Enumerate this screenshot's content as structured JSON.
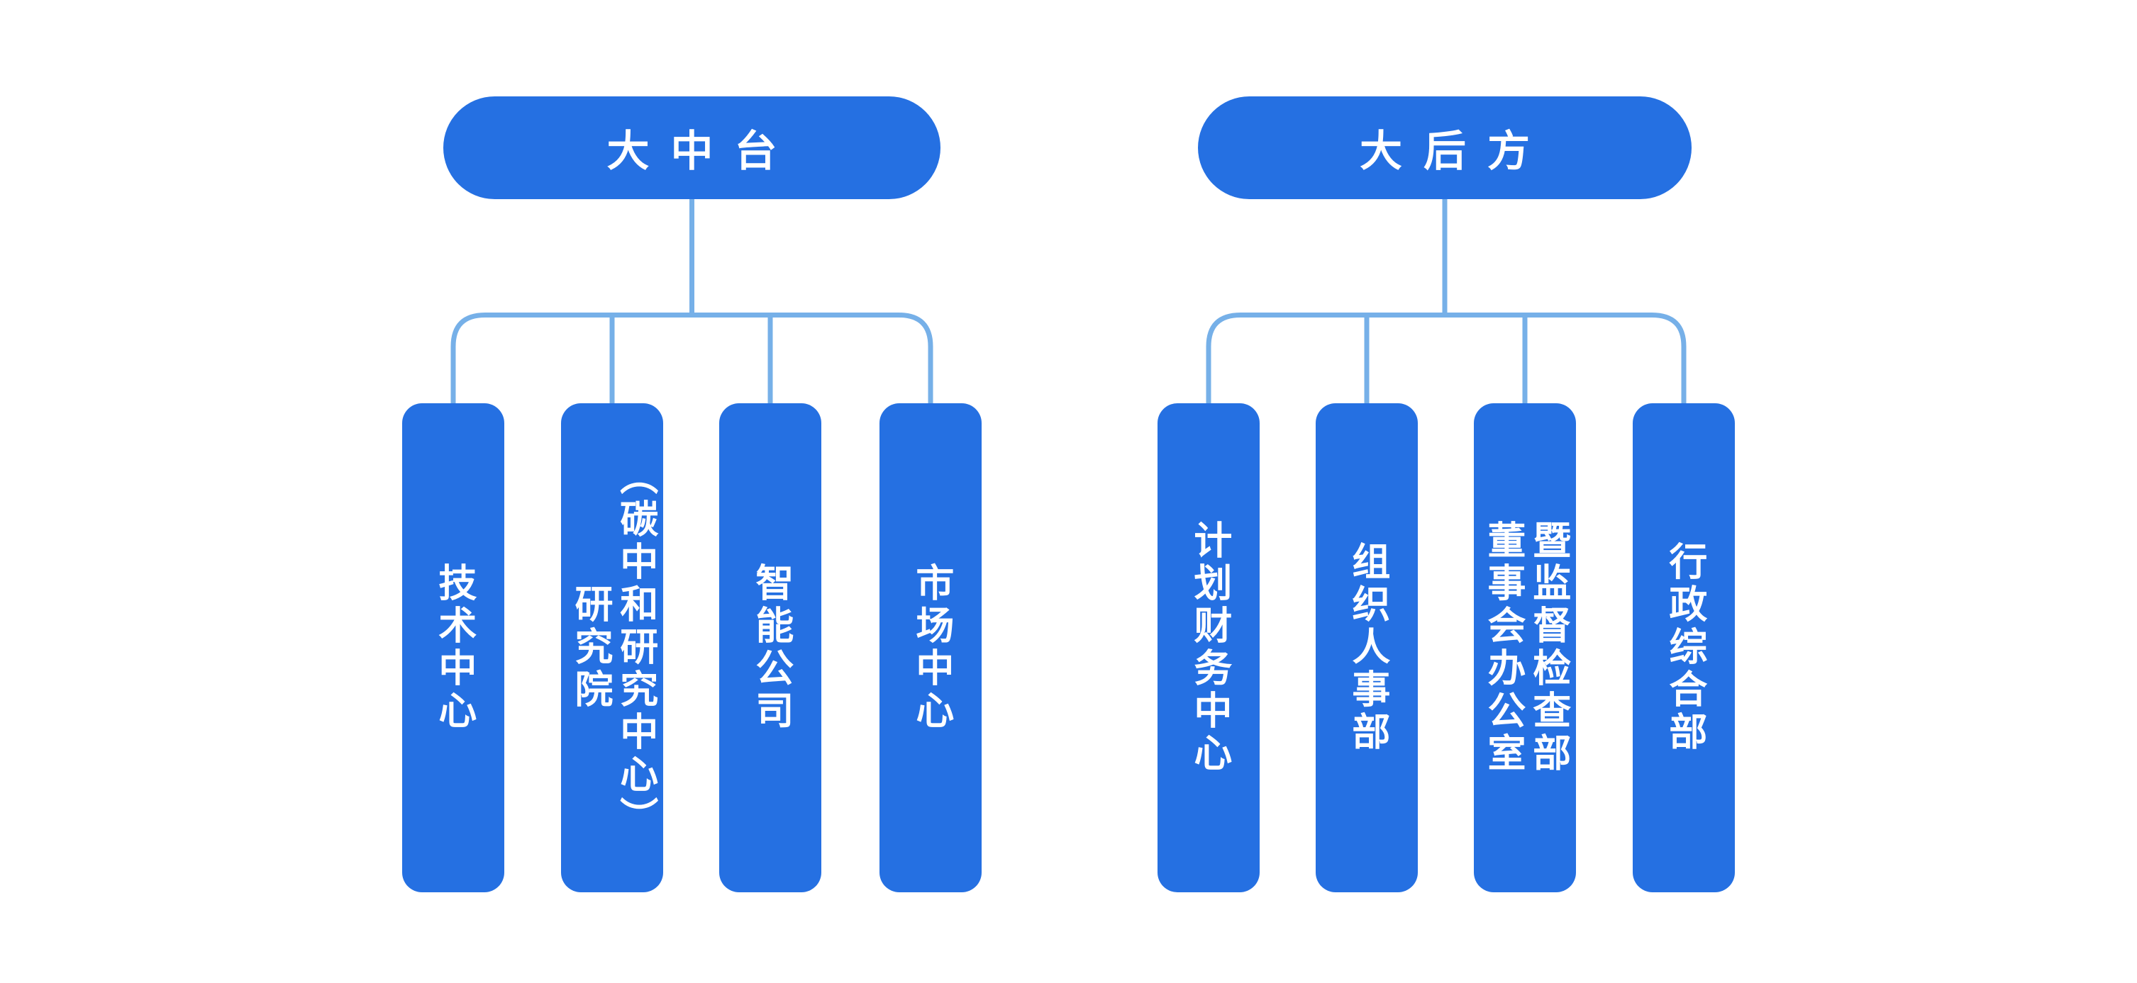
{
  "diagram": {
    "type": "org-chart",
    "background_color": "#ffffff",
    "node_color": "#2570e2",
    "node_text_color": "#ffffff",
    "connector_color": "#76b0e8",
    "groups": [
      {
        "title": "大中台",
        "children": [
          {
            "label": "技术中心"
          },
          {
            "label": "研究院\n（碳中和研究中心）"
          },
          {
            "label": "智能公司"
          },
          {
            "label": "市场中心"
          }
        ]
      },
      {
        "title": "大后方",
        "children": [
          {
            "label": "计划财务中心"
          },
          {
            "label": "组织人事部"
          },
          {
            "label": "董事会办公室\n暨监督检查部"
          },
          {
            "label": "行政综合部"
          }
        ]
      }
    ]
  }
}
